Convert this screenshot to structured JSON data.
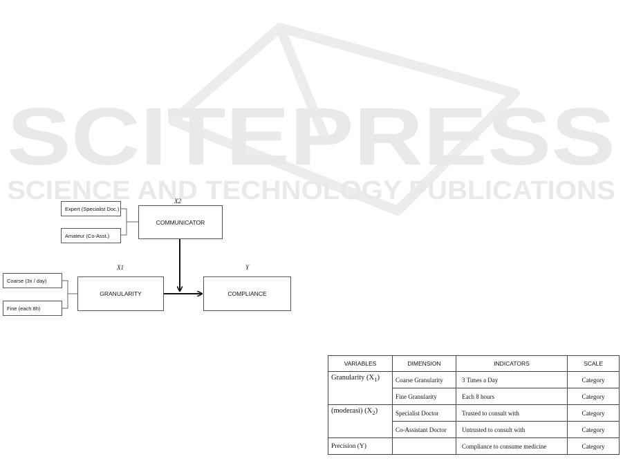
{
  "watermark": {
    "main_text": "SCITEPRESS",
    "sub_text": "SCIENCE AND TECHNOLOGY PUBLICATIONS"
  },
  "diagram": {
    "x2_label": "X2",
    "x1_label": "X1",
    "y_label": "Y",
    "communicator": "COMMUNICATOR",
    "granularity": "GRANULARITY",
    "compliance": "COMPLIANCE",
    "expert": "Expert (Specialist Doc.)",
    "amateur": "Amateur (Co-Asst.)",
    "coarse": "Coarse (3x / day)",
    "fine": "Fine (each 8h)"
  },
  "table": {
    "headers": [
      "VARIABLES",
      "DIMENSION",
      "INDICATORS",
      "SCALE"
    ],
    "rows": [
      {
        "variable": "Granularity (X",
        "variable_sub": "1",
        "variable_end": ")",
        "dimension": "Coarse Granularity",
        "indicator": "3 Times a Day",
        "scale": "Category"
      },
      {
        "variable": "",
        "dimension": "Fine Granularity",
        "indicator": "Each 8 hours",
        "scale": "Category"
      },
      {
        "variable": "(moderasi) (X",
        "variable_sub": "2",
        "variable_end": ")",
        "dimension": "Specialist Doctor",
        "indicator": "Trusted to consult with",
        "scale": "Category"
      },
      {
        "variable": "",
        "dimension": "Co-Assistant Doctor",
        "indicator": "Untrusted to consult with",
        "scale": "Category"
      },
      {
        "variable": "Precision (Y)",
        "dimension": "",
        "indicator": "Compliance to consume medicine",
        "scale": "Category"
      }
    ]
  }
}
